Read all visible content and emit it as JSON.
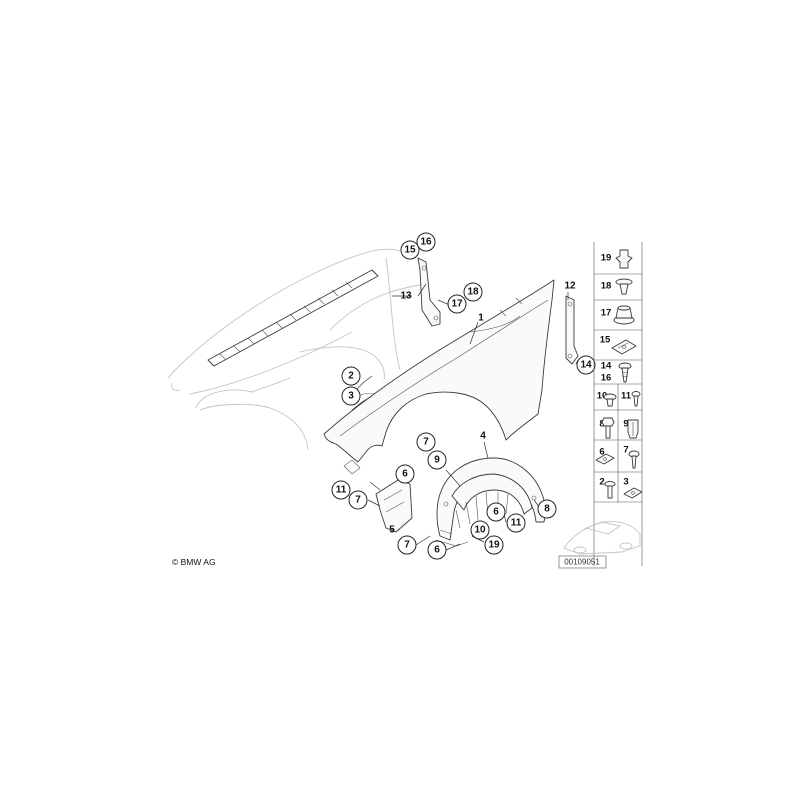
{
  "copyright": "© BMW AG",
  "diagram_id": "00109051",
  "callouts": [
    {
      "id": "c15a",
      "text": "15"
    },
    {
      "id": "c16a",
      "text": "16"
    },
    {
      "id": "c17a",
      "text": "17"
    },
    {
      "id": "c18a",
      "text": "18"
    },
    {
      "id": "c2",
      "text": "2"
    },
    {
      "id": "c3",
      "text": "3"
    },
    {
      "id": "c14a",
      "text": "14"
    },
    {
      "id": "c7a",
      "text": "7"
    },
    {
      "id": "c9a",
      "text": "9"
    },
    {
      "id": "c6a",
      "text": "6"
    },
    {
      "id": "c11a",
      "text": "11"
    },
    {
      "id": "c7b",
      "text": "7"
    },
    {
      "id": "c6b",
      "text": "6"
    },
    {
      "id": "c10a",
      "text": "10"
    },
    {
      "id": "c11b",
      "text": "11"
    },
    {
      "id": "c8a",
      "text": "8"
    },
    {
      "id": "c7c",
      "text": "7"
    },
    {
      "id": "c6c",
      "text": "6"
    },
    {
      "id": "c19a",
      "text": "19"
    }
  ],
  "plain_labels": [
    {
      "id": "p1",
      "text": "1"
    },
    {
      "id": "p4",
      "text": "4"
    },
    {
      "id": "p5",
      "text": "5"
    },
    {
      "id": "p12",
      "text": "12"
    },
    {
      "id": "p13",
      "text": "13"
    }
  ],
  "side_panel": [
    {
      "num": "19",
      "icon": "push-rivet-icon"
    },
    {
      "num": "18",
      "icon": "expanding-rivet-icon"
    },
    {
      "num": "17",
      "icon": "rubber-grommet-icon"
    },
    {
      "num": "15",
      "icon": "clip-nut-icon"
    },
    {
      "num": "14",
      "icon": "screw-icon"
    },
    {
      "num": "16",
      "icon": "screw-icon"
    },
    {
      "num": "10",
      "icon": "hex-bolt-icon"
    },
    {
      "num": "11",
      "icon": "screw-icon"
    },
    {
      "num": "8",
      "icon": "hex-bolt-icon"
    },
    {
      "num": "9",
      "icon": "expanding-nut-icon"
    },
    {
      "num": "6",
      "icon": "clip-nut-icon"
    },
    {
      "num": "7",
      "icon": "screw-icon"
    },
    {
      "num": "2",
      "icon": "hex-bolt-icon"
    },
    {
      "num": "3",
      "icon": "clip-nut-icon"
    }
  ]
}
